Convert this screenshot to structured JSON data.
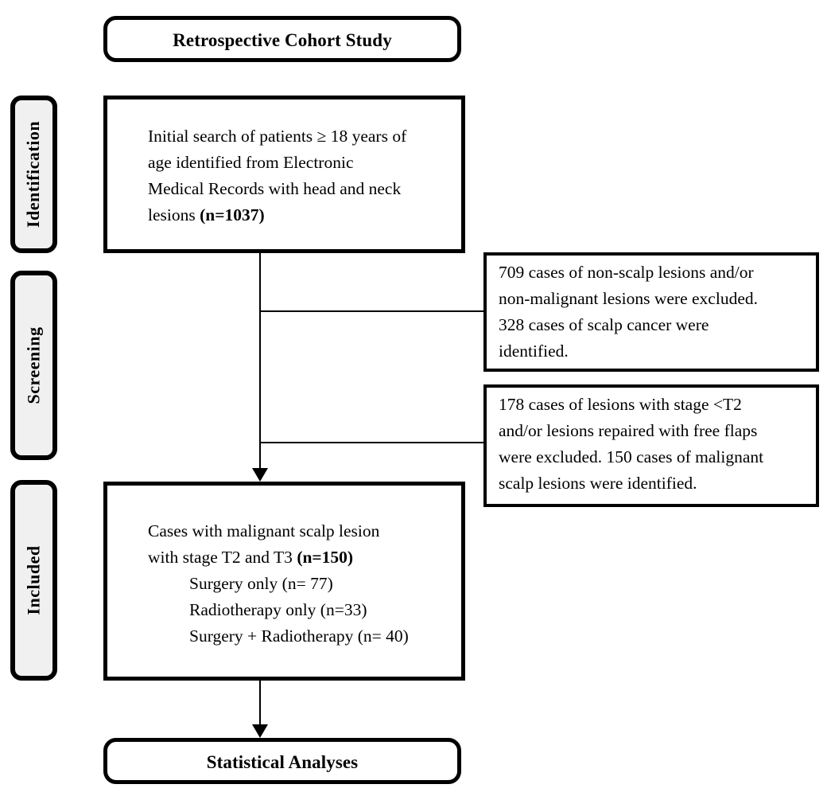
{
  "figure": {
    "type": "flowchart",
    "title_box": {
      "label": "Retrospective Cohort Study"
    },
    "stages": [
      {
        "label": "Identification"
      },
      {
        "label": "Screening"
      },
      {
        "label": "Included"
      }
    ],
    "main_boxes": [
      {
        "name": "identification-box",
        "line1": "Initial search of patients ≥ 18 years of",
        "line2": "age identified from Electronic",
        "line3": "Medical Records with head and neck",
        "line4_prefix": "lesions ",
        "line4_bold": "(n=1037)",
        "count": 1037
      },
      {
        "name": "included-box",
        "line1": "Cases with malignant scalp lesion",
        "line2_prefix": "with stage T2 and T3 ",
        "line2_bold": "(n=150)",
        "count": 150,
        "subitems": [
          "Surgery only (n= 77)",
          "Radiotherapy only (n=33)",
          "Surgery + Radiotherapy (n= 40)"
        ],
        "subitem_counts": [
          77,
          33,
          40
        ]
      }
    ],
    "exclusion_boxes": [
      {
        "name": "exclusion-box-1",
        "line1": "709 cases of non-scalp lesions and/or",
        "line2": "non-malignant lesions were excluded.",
        "line3": "328 cases of scalp cancer were",
        "line4": "identified.",
        "excluded": 709,
        "remaining": 328
      },
      {
        "name": "exclusion-box-2",
        "line1": "178 cases of lesions with stage <T2",
        "line2": "and/or lesions repaired with free flaps",
        "line3": "were excluded. 150 cases of malignant",
        "line4": "scalp lesions were identified.",
        "excluded": 178,
        "remaining": 150
      }
    ],
    "terminal_box": {
      "label": "Statistical Analyses"
    },
    "colors": {
      "stroke": "#000000",
      "stage_fill": "#f0f0f0",
      "box_fill": "#ffffff",
      "text": "#000000"
    }
  }
}
